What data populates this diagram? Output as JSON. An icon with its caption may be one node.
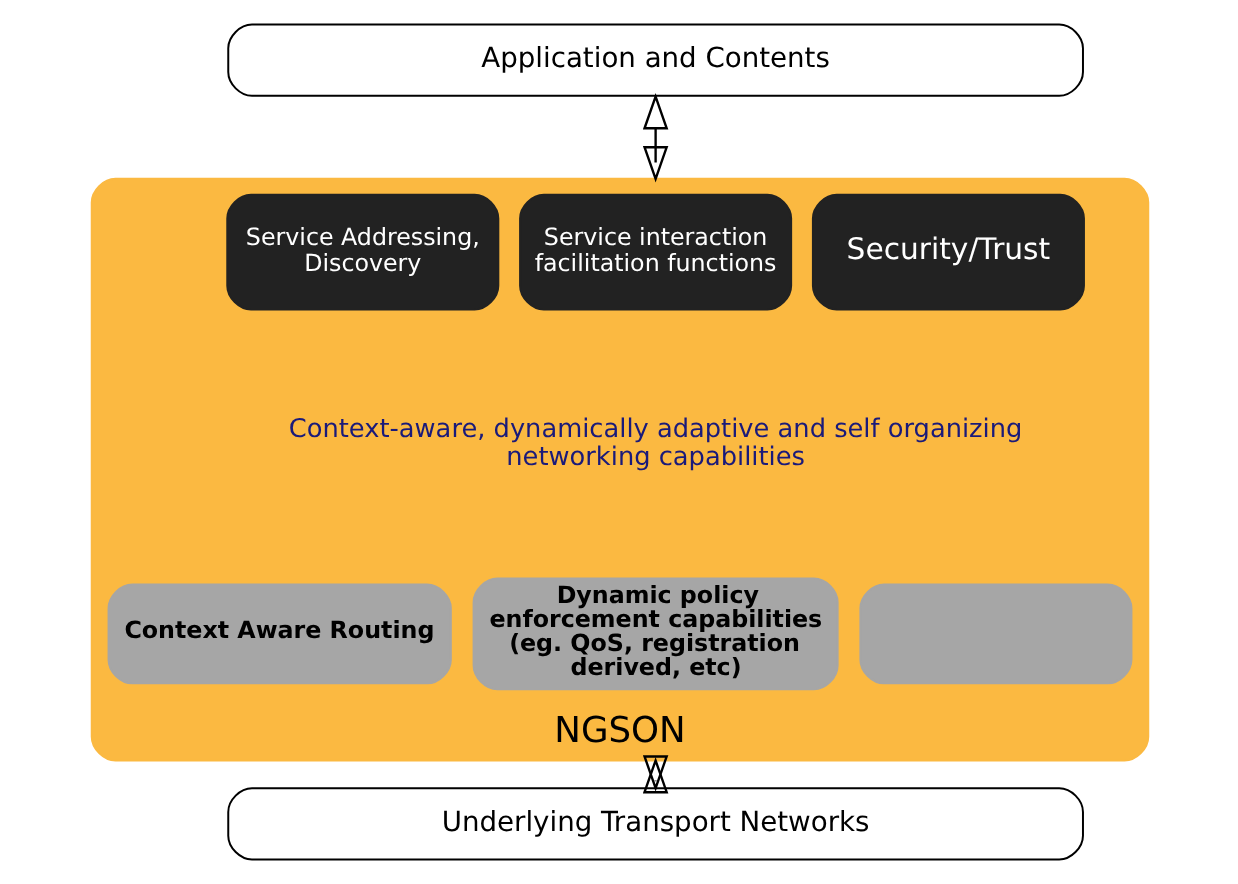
{
  "diagram": {
    "nodes": [
      {
        "text": [
          "Application and Contents"
        ]
      },
      {
        "text": [
          "NGSON"
        ]
      },
      {
        "text": [
          "Service Addressing, Discovery"
        ],
        "in": 1
      },
      {
        "text": [
          "Service interaction facilitation functions"
        ],
        "in": 1
      },
      {
        "text": [
          "Security/Trust"
        ],
        "in": 1
      },
      {
        "text": [
          "Context Aware Routing"
        ],
        "in": 1
      },
      {
        "text": [
          "Dynamic policy enforcement capabilities (eg. QoS, registration derived, etc)"
        ],
        "in": 1
      },
      {
        "text": [],
        "shape": "box",
        "in": 1
      },
      {
        "text": [
          "Underlying Transport Networks"
        ]
      }
    ],
    "edges": [
      {
        "from": 0,
        "to": 1,
        "arrow": "both"
      },
      {
        "from": 1,
        "to": 8,
        "arrow": "both"
      }
    ],
    "labels": [
      "Context-aware, dynamically adaptive and self organizing networking capabilities"
    ]
  }
}
